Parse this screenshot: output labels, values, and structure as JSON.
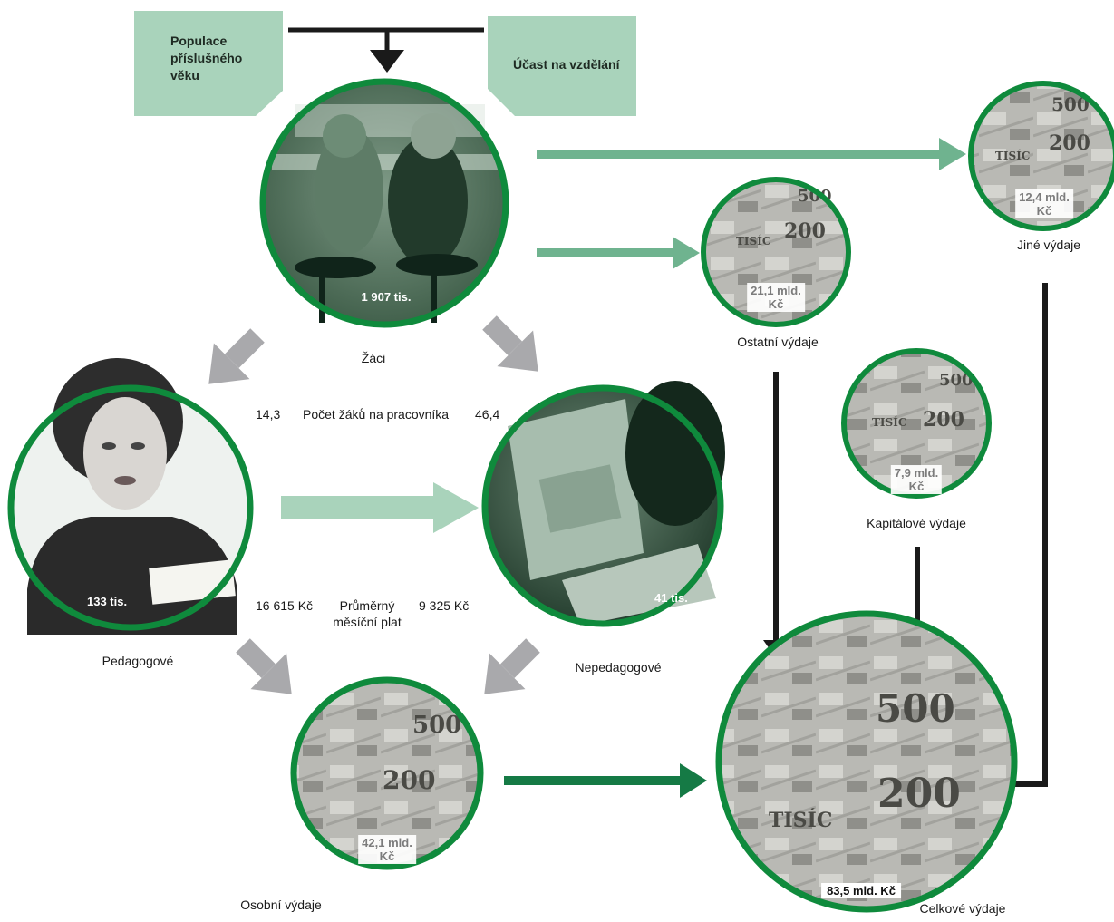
{
  "top": {
    "box_left": "Populace příslušného věku",
    "box_right": "Účast na vzdělání"
  },
  "zaci": {
    "label": "Žáci",
    "value": "1 907 tis."
  },
  "pedagogove": {
    "label": "Pedagogové",
    "value": "133 tis."
  },
  "nepedagogove": {
    "label": "Nepedagogové",
    "value": "41 tis."
  },
  "ratio": {
    "label": "Počet žáků na pracovníka",
    "left": "14,3",
    "right": "46,4"
  },
  "salary": {
    "label_line1": "Průměrný",
    "label_line2": "měsíční plat",
    "left": "16 615 Kč",
    "right": "9 325 Kč"
  },
  "osobni": {
    "label": "Osobní výdaje",
    "value_line1": "42,1 mld.",
    "value_line2": "Kč"
  },
  "ostatni": {
    "label": "Ostatní výdaje",
    "value_line1": "21,1 mld.",
    "value_line2": "Kč"
  },
  "jine": {
    "label": "Jiné výdaje",
    "value_line1": "12,4 mld.",
    "value_line2": "Kč"
  },
  "kapitalove": {
    "label": "Kapitálové výdaje",
    "value_line1": "7,9 mld.",
    "value_line2": "Kč"
  },
  "celkove": {
    "label": "Celkové výdaje",
    "value": "83,5 mld. Kč"
  },
  "colors": {
    "ring": "#0f8a3c",
    "box_fill": "#a9d3bb",
    "arrow_green": "#6fb38f",
    "arrow_light_green": "#a9d3bb",
    "arrow_dark_green": "#157a45",
    "arrow_grey": "#a9a9ac",
    "arrow_black": "#1a1a1a"
  }
}
